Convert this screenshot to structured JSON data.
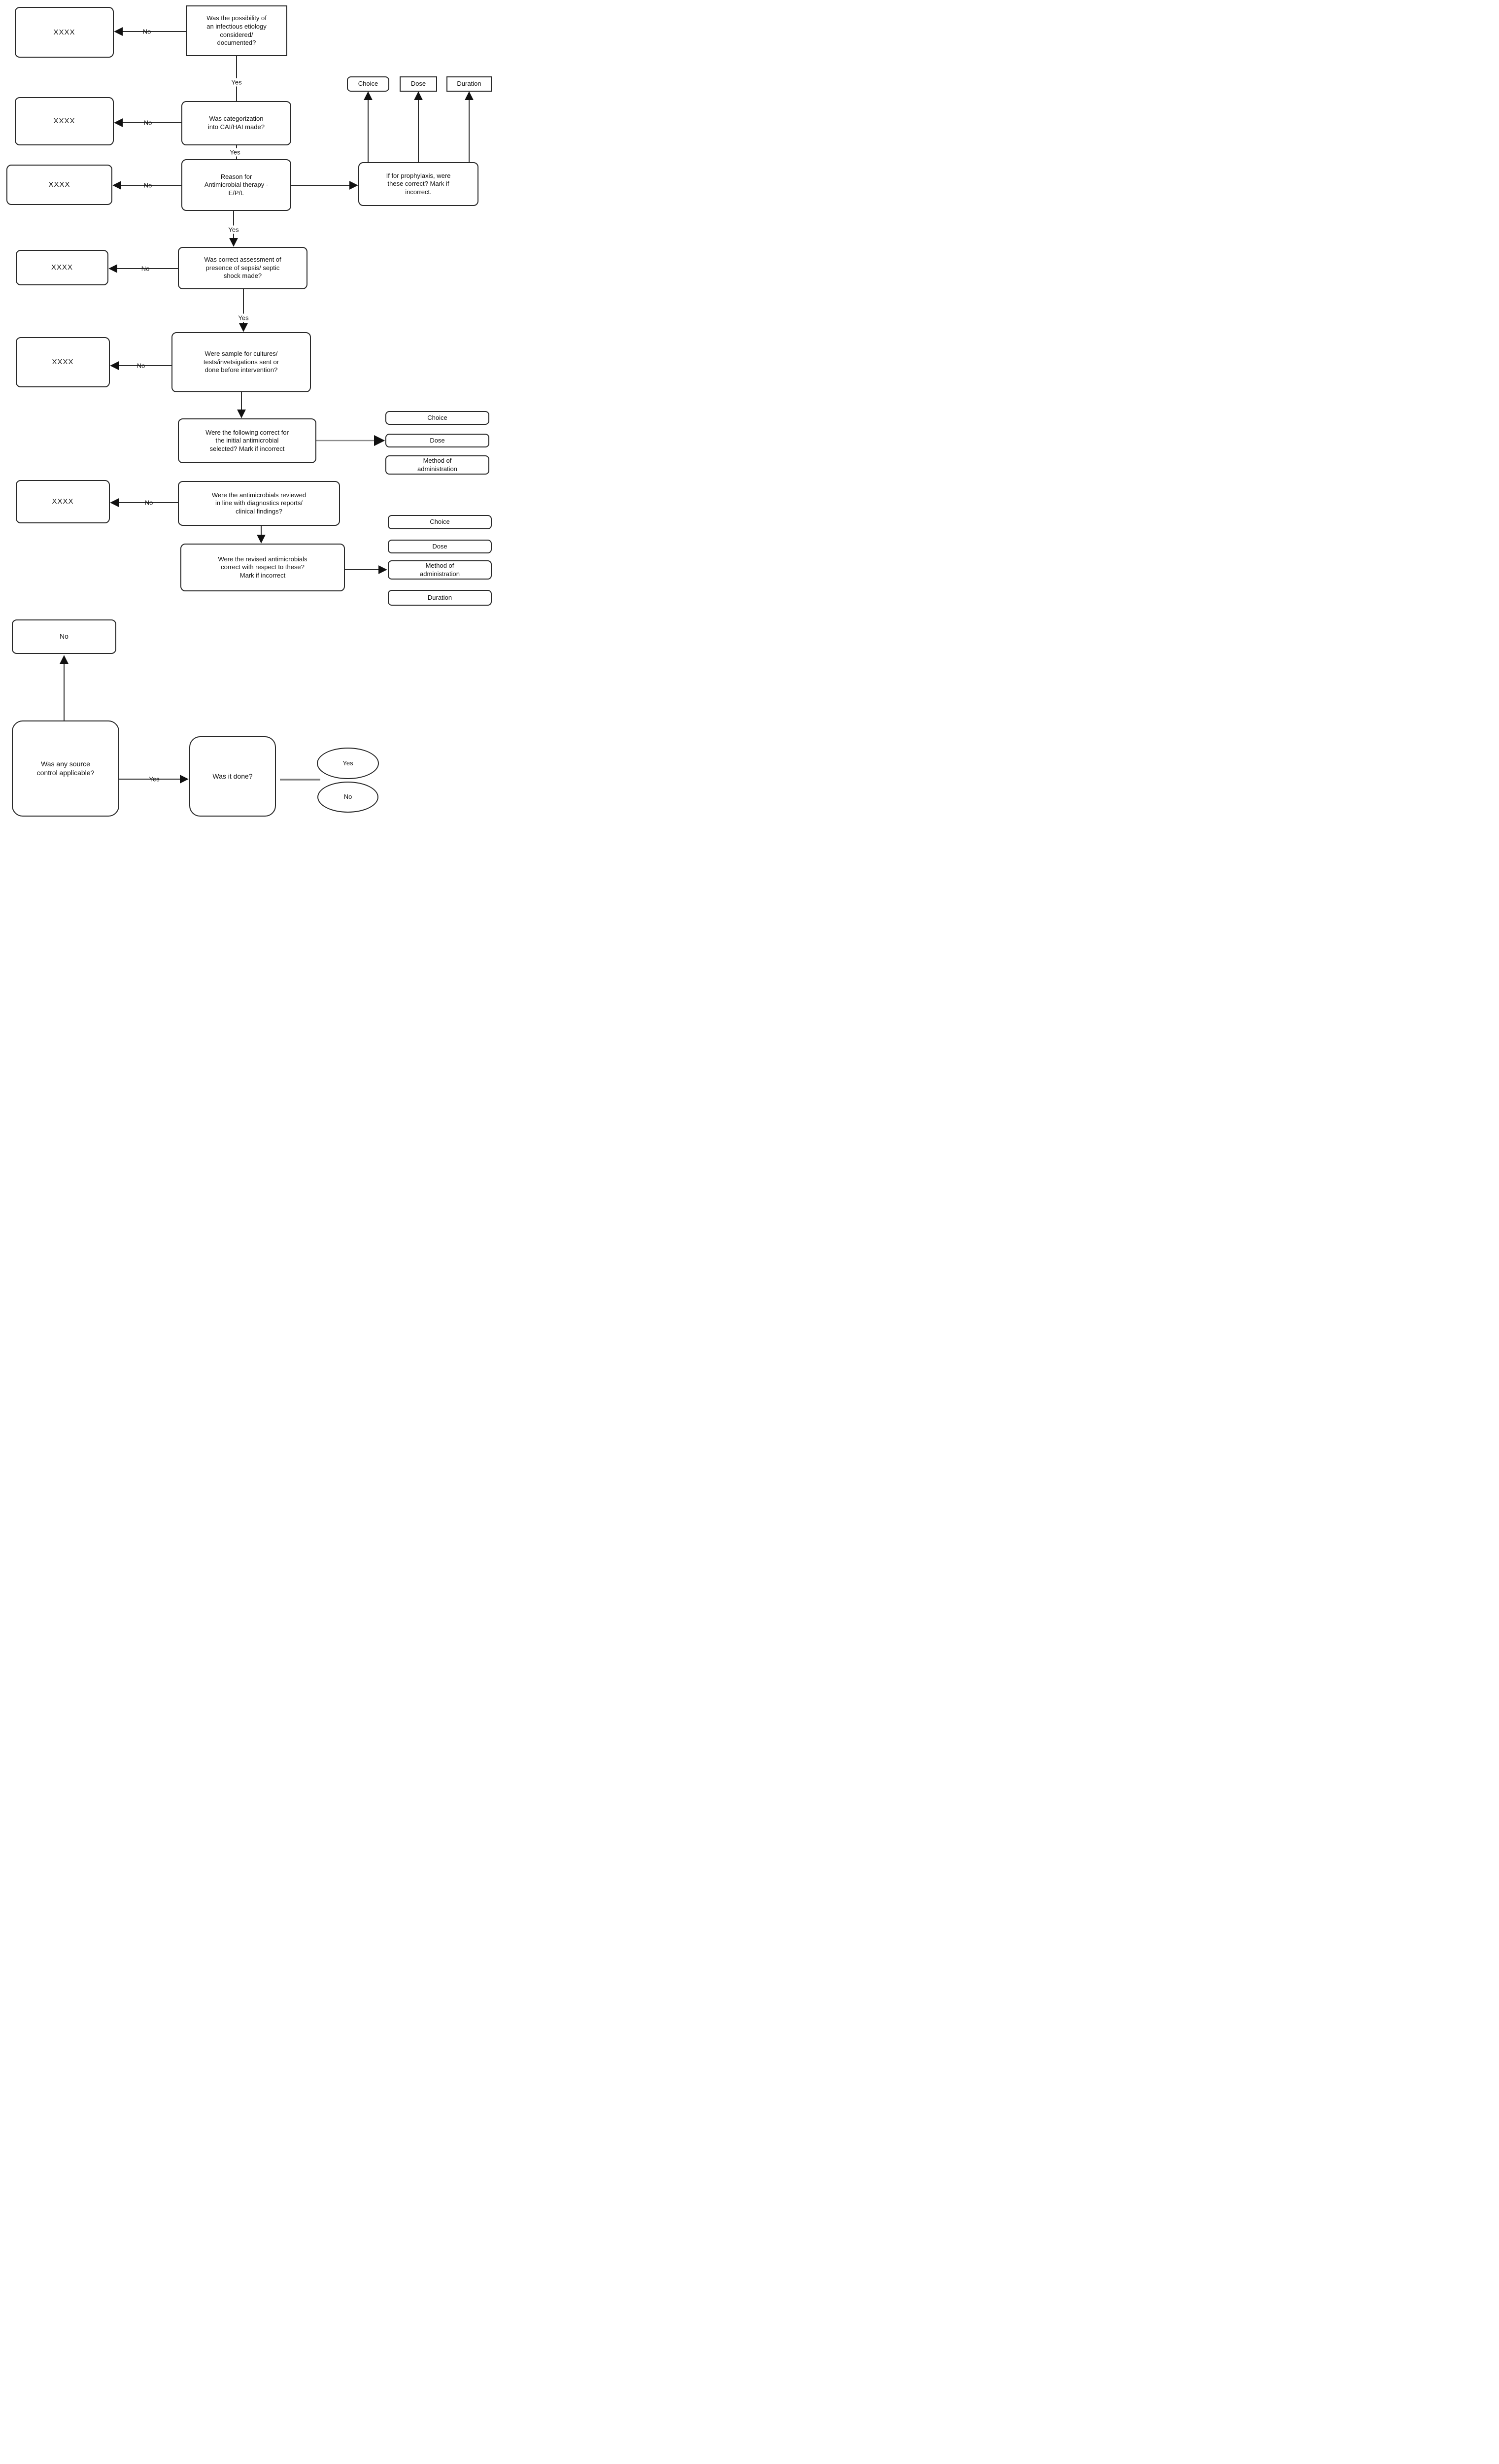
{
  "diagram_title": "Antimicrobial therapy audit flowchart",
  "colors": {
    "box_border": "#282828",
    "line": "#2b2b2b",
    "gray_connector": "#8c8c8c",
    "thick_gray_connector": "#7f7f7f",
    "text": "#111111",
    "background": "#ffffff"
  },
  "nodes": {
    "q1": {
      "label": "Was the possibility of\nan infectious etiology\nconsidered/\ndocumented?"
    },
    "xxxx1": {
      "label": "XXXX"
    },
    "xxxx2": {
      "label": "XXXX"
    },
    "xxxx3": {
      "label": "XXXX"
    },
    "xxxx4": {
      "label": "XXXX"
    },
    "xxxx5": {
      "label": "XXXX"
    },
    "xxxx6": {
      "label": "XXXX"
    },
    "choice_top": {
      "label": "Choice"
    },
    "dose_top": {
      "label": "Dose"
    },
    "duration_top": {
      "label": "Duration"
    },
    "q2": {
      "label": "Was categorization\ninto CAI/HAI made?"
    },
    "q3": {
      "label": "Reason for\nAntimicrobial therapy -\nE/P/L"
    },
    "prophylaxis": {
      "label": "If for prophylaxis, were\nthese correct? Mark if\nincorrect."
    },
    "q4": {
      "label": "Was correct assessment of\npresence of sepsis/ septic\nshock made?"
    },
    "q5": {
      "label": "Were sample for cultures/\ntests/invetsigations sent or\ndone before intervention?"
    },
    "q6": {
      "label": "Were the following correct for\nthe initial antimicrobial\nselected? Mark if incorrect"
    },
    "choice_mid": {
      "label": "Choice"
    },
    "dose_mid": {
      "label": "Dose"
    },
    "method_mid": {
      "label": "Method of\nadministration"
    },
    "q7": {
      "label": "Were the antimicrobials reviewed\nin line with diagnostics reports/\nclinical findings?"
    },
    "q8": {
      "label": "Were the revised antimicrobials\ncorrect with respect to these?\nMark if incorrect"
    },
    "choice_bot": {
      "label": "Choice"
    },
    "dose_bot": {
      "label": "Dose"
    },
    "method_bot": {
      "label": "Method of\nadministration"
    },
    "duration_bot": {
      "label": "Duration"
    },
    "no_box": {
      "label": "No"
    },
    "source": {
      "label": "Was any source\ncontrol applicable?"
    },
    "done": {
      "label": "Was it done?"
    },
    "yes_ellipse": {
      "label": "Yes"
    },
    "no_ellipse": {
      "label": "No"
    }
  },
  "edges": {
    "no1": {
      "label": "No"
    },
    "no2": {
      "label": "No"
    },
    "no3": {
      "label": "No"
    },
    "no4": {
      "label": "No"
    },
    "no5": {
      "label": "No"
    },
    "no6": {
      "label": "No"
    },
    "yes1": {
      "label": "Yes"
    },
    "yes2": {
      "label": "Yes"
    },
    "yes3": {
      "label": "Yes"
    },
    "yes4": {
      "label": "Yes"
    },
    "yes5": {
      "label": "Yes"
    }
  }
}
